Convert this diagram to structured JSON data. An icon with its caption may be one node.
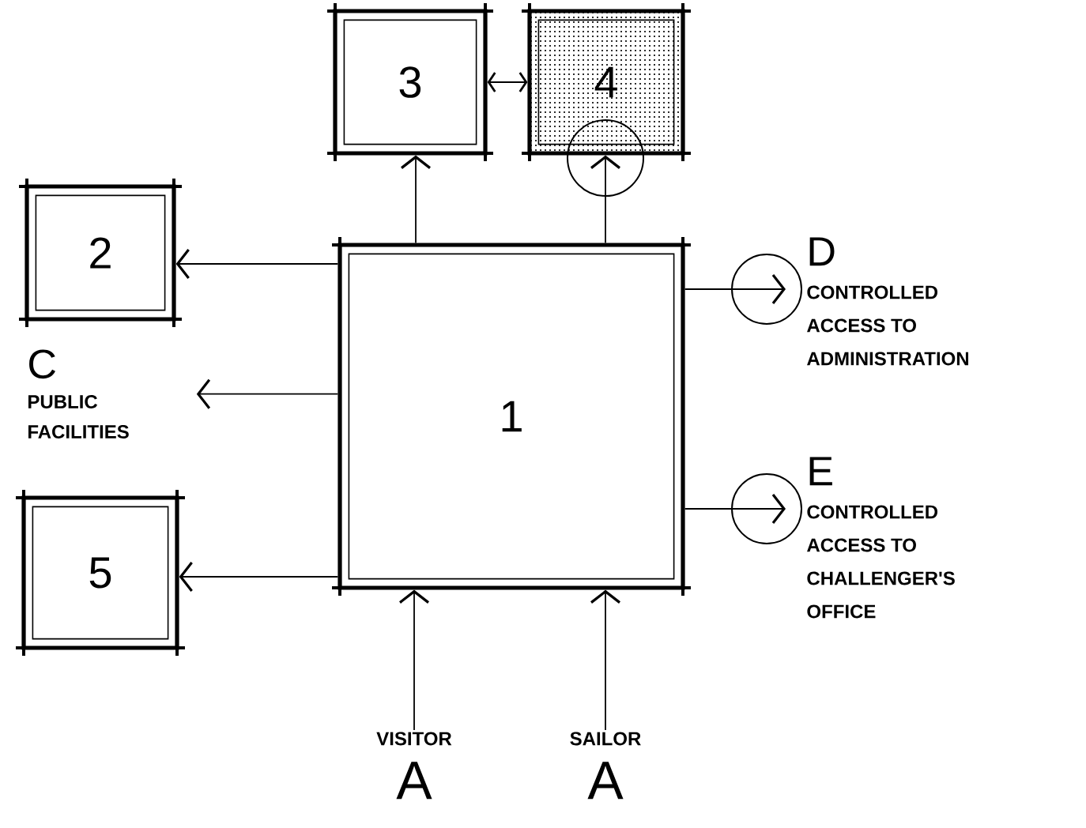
{
  "diagram": {
    "nodes": [
      {
        "text": [
          "1"
        ]
      },
      {
        "text": [
          "2"
        ]
      },
      {
        "text": [
          "3"
        ]
      },
      {
        "text": [
          "4"
        ]
      },
      {
        "text": [
          "5"
        ]
      },
      {
        "text": [
          "C",
          "PUBLIC FACILITIES"
        ]
      },
      {
        "text": [
          "D",
          "CONTROLLED ACCESS TO ADMINISTRATION"
        ]
      },
      {
        "text": [
          "E",
          "CONTROLLED ACCESS TO CHALLENGER'S OFFICE"
        ]
      },
      {
        "text": [
          "VISITOR",
          "A"
        ]
      },
      {
        "text": [
          "SAILOR",
          "A"
        ]
      }
    ],
    "edges": [
      {
        "from": 0,
        "to": 1,
        "arrow": "to"
      },
      {
        "from": 0,
        "to": 5,
        "arrow": "to"
      },
      {
        "from": 0,
        "to": 4,
        "arrow": "to"
      },
      {
        "from": 0,
        "to": 2,
        "arrow": "to"
      },
      {
        "from": 0,
        "to": 3,
        "arrow": "to"
      },
      {
        "from": 2,
        "to": 3,
        "arrow": "both"
      },
      {
        "from": 0,
        "to": 6,
        "arrow": "to"
      },
      {
        "from": 0,
        "to": 7,
        "arrow": "to"
      },
      {
        "from": 8,
        "to": 0,
        "arrow": "to"
      },
      {
        "from": 9,
        "to": 0,
        "arrow": "to"
      }
    ]
  }
}
